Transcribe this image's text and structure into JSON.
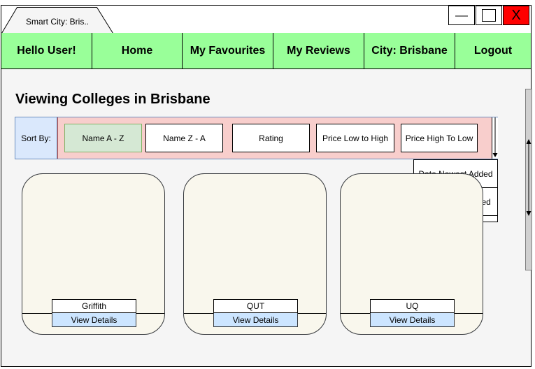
{
  "window": {
    "tab_title": "Smart City: Bris..",
    "close_label": "X"
  },
  "nav": {
    "items": [
      {
        "label": "Hello User!"
      },
      {
        "label": "Home"
      },
      {
        "label": "My Favourites"
      },
      {
        "label": "My Reviews"
      },
      {
        "label": "City: Brisbane"
      },
      {
        "label": "Logout"
      }
    ]
  },
  "page": {
    "title": "Viewing Colleges in Brisbane"
  },
  "sort": {
    "label": "Sort By:",
    "options": [
      {
        "label": "Name A - Z",
        "selected": true
      },
      {
        "label": "Name Z - A"
      },
      {
        "label": "Rating"
      },
      {
        "label": "Price Low to High"
      },
      {
        "label": "Price High To Low"
      }
    ],
    "dropdown": [
      {
        "label": "Date Newest Added"
      },
      {
        "label": "Date Oldest Added"
      }
    ]
  },
  "colleges": [
    {
      "name": "Griffith",
      "action": "View Details"
    },
    {
      "name": "QUT",
      "action": "View Details"
    },
    {
      "name": "UQ",
      "action": "View Details"
    }
  ],
  "colors": {
    "nav_bg": "#99ff99",
    "sort_bg": "#f8cecc",
    "sort_label_bg": "#dae8fc",
    "selected_option_bg": "#d5e8d4",
    "card_bg": "#f9f7ed",
    "details_btn_bg": "#cce5ff",
    "close_btn_bg": "#ff0000"
  }
}
